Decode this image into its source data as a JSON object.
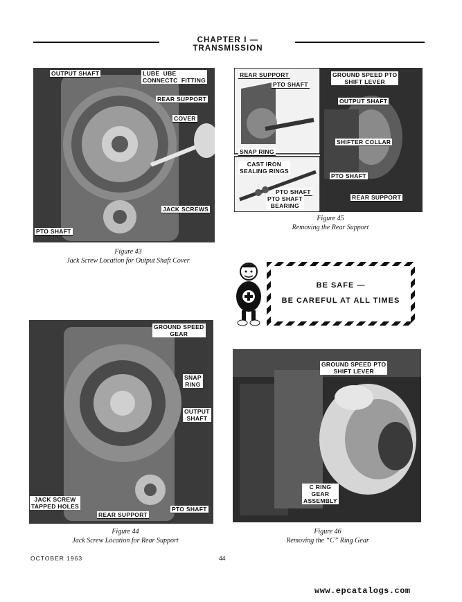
{
  "header": {
    "title": "CHAPTER I — TRANSMISSION"
  },
  "fig43": {
    "labels": {
      "output_shaft": "OUTPUT SHAFT",
      "lube_fitting": "LUBE  UBE\nCONNECTC  FITTING",
      "rear_support": "REAR SUPPORT",
      "cover": "COVER",
      "jack_screws": "JACK SCREWS",
      "pto_shaft": "PTO SHAFT"
    },
    "caption_title": "Figure 43",
    "caption_text": "Jack Screw Location for Output Shaft Cover"
  },
  "fig45": {
    "labels": {
      "rear_support": "REAR SUPPORT",
      "pto_shaft": "PTO SHAFT",
      "snap_ring": "SNAP RING",
      "cast_iron": "CAST IRON\nSEALING RINGS",
      "pto_shaft_2": "PTO SHAFT",
      "pto_shaft_bearing": "PTO SHAFT\nBEARING",
      "ground_speed": "GROUND SPEED PTO\nSHIFT LEVER",
      "output_shaft": "OUTPUT SHAFT",
      "shifter_collar": "SHIFTER COLLAR",
      "pto_shaft_3": "PTO SHAFT",
      "rear_support_2": "REAR SUPPORT"
    },
    "caption_title": "Figure 45",
    "caption_text": "Removing the Rear Support"
  },
  "be_safe": {
    "line1": "BE SAFE —",
    "line2": "BE CAREFUL AT ALL TIMES"
  },
  "fig44": {
    "labels": {
      "ground_speed_gear": "GROUND SPEED\nGEAR",
      "snap_ring": "SNAP\nRING",
      "output_shaft": "OUTPUT\nSHAFT",
      "jack_screw": "JACK SCREW\nTAPPED HOLES",
      "rear_support": "REAR SUPPORT",
      "pto_shaft": "PTO SHAFT"
    },
    "caption_title": "Figure 44",
    "caption_text": "Jack Screw Location for Rear Support"
  },
  "fig46": {
    "labels": {
      "ground_speed": "GROUND SPEED PTO\nSHIFT LEVER",
      "c_ring": "C RING\nGEAR\nASSEMBLY"
    },
    "caption_title": "Figure 46",
    "caption_text": "Removing the “C” Ring Gear"
  },
  "footer": {
    "date": "OCTOBER 1963",
    "page": "44",
    "watermark": "www.epcatalogs.com"
  }
}
